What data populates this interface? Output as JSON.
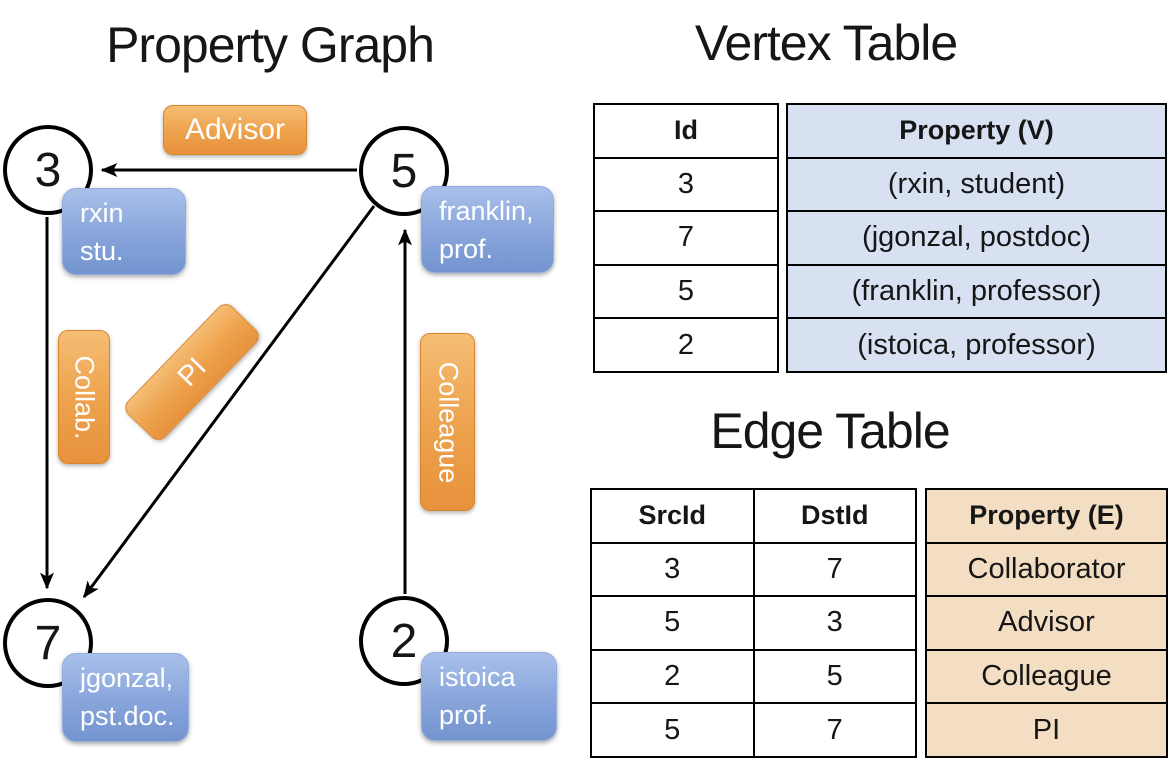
{
  "graph": {
    "title": "Property Graph",
    "nodes": [
      {
        "id": "3",
        "line1": "rxin",
        "line2": "stu."
      },
      {
        "id": "5",
        "line1": "franklin,",
        "line2": "prof."
      },
      {
        "id": "7",
        "line1": "jgonzal,",
        "line2": "pst.doc."
      },
      {
        "id": "2",
        "line1": "istoica",
        "line2": "prof."
      }
    ],
    "edges": [
      {
        "label": "Advisor",
        "src": "5",
        "dst": "3"
      },
      {
        "label": "Collab.",
        "src": "3",
        "dst": "7"
      },
      {
        "label": "PI",
        "src": "5",
        "dst": "7"
      },
      {
        "label": "Colleague",
        "src": "2",
        "dst": "5"
      }
    ]
  },
  "vertex_table": {
    "title": "Vertex Table",
    "columns": [
      "Id",
      "Property (V)"
    ],
    "rows": [
      [
        "3",
        "(rxin, student)"
      ],
      [
        "7",
        "(jgonzal, postdoc)"
      ],
      [
        "5",
        "(franklin, professor)"
      ],
      [
        "2",
        "(istoica, professor)"
      ]
    ]
  },
  "edge_table": {
    "title": "Edge Table",
    "columns": [
      "SrcId",
      "DstId",
      "Property (E)"
    ],
    "rows": [
      [
        "3",
        "7",
        "Collaborator"
      ],
      [
        "5",
        "3",
        "Advisor"
      ],
      [
        "2",
        "5",
        "Colleague"
      ],
      [
        "5",
        "7",
        "PI"
      ]
    ]
  },
  "colors": {
    "edge_label_orange": "#eda14b",
    "vertex_property_blue": "#8aa7dc",
    "vertex_cell_blue": "#d7e1f2",
    "edge_cell_tan": "#f3dec3",
    "line_black": "#000000"
  }
}
